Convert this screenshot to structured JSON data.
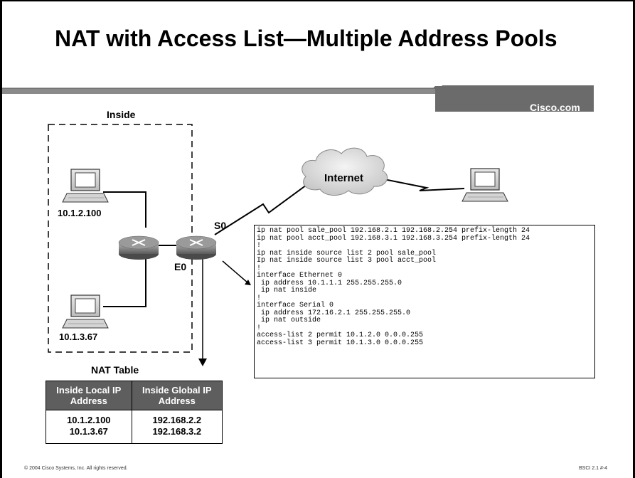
{
  "slide": {
    "title": "NAT with Access List—Multiple Address Pools",
    "brand": "Cisco.com",
    "footer_left": "© 2004 Cisco Systems, Inc. All rights reserved.",
    "footer_right": "BSCI 2.1     #-4"
  },
  "diagram": {
    "inside_label": "Inside",
    "hosts": [
      {
        "ip": "10.1.2.100"
      },
      {
        "ip": "10.1.3.67"
      }
    ],
    "interfaces": {
      "serial": "S0",
      "ethernet": "E0"
    },
    "cloud_label": "Internet"
  },
  "config": {
    "lines": [
      "ip nat pool sale_pool 192.168.2.1 192.168.2.254 prefix-length 24",
      "ip nat pool acct_pool 192.168.3.1 192.168.3.254 prefix-length 24",
      "!",
      "ip nat inside source list 2 pool sale_pool",
      "Ip nat inside source list 3 pool acct_pool",
      "!",
      "interface Ethernet 0",
      " ip address 10.1.1.1 255.255.255.0",
      " ip nat inside",
      "!",
      "interface Serial 0",
      " ip address 172.16.2.1 255.255.255.0",
      " ip nat outside",
      "!",
      "access-list 2 permit 10.1.2.0 0.0.0.255",
      "access-list 3 permit 10.1.3.0 0.0.0.255"
    ]
  },
  "nat_table": {
    "caption": "NAT Table",
    "headers": [
      "Inside Local IP Address",
      "Inside Global IP Address"
    ],
    "rows": [
      [
        "10.1.2.100",
        "192.168.2.2"
      ],
      [
        "10.1.3.67",
        "192.168.3.2"
      ]
    ]
  },
  "icons": [
    "workstation-icon",
    "router-icon",
    "cloud-icon"
  ],
  "colors": {
    "header_bar": "#6b6b6b",
    "table_header": "#5e5e5e",
    "router_body": "#808080"
  }
}
